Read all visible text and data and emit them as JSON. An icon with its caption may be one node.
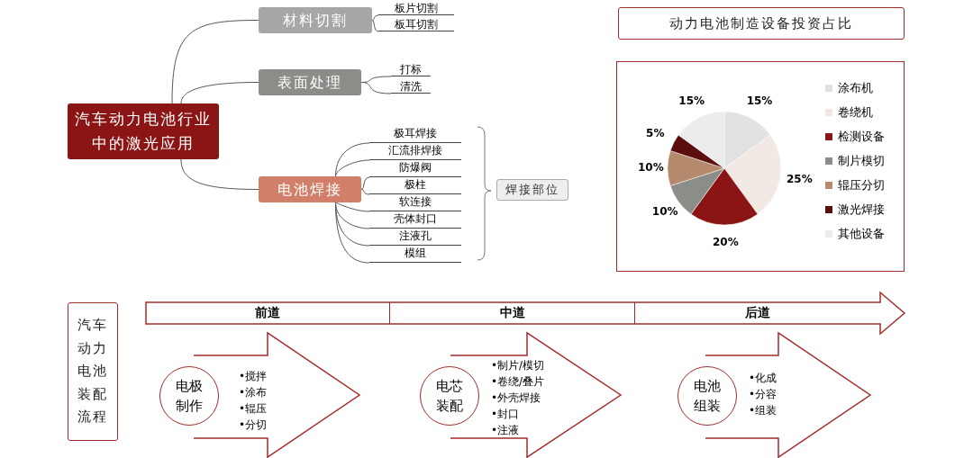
{
  "diagram": {
    "nodes": [
      {
        "text": [
          "汽车动力电池行业中的激光应用"
        ]
      },
      {
        "text": [
          "材料切割"
        ]
      },
      {
        "text": [
          "板片切割"
        ]
      },
      {
        "text": [
          "板耳切割"
        ]
      },
      {
        "text": [
          "表面处理"
        ]
      },
      {
        "text": [
          "打标"
        ]
      },
      {
        "text": [
          "清洗"
        ]
      },
      {
        "text": [
          "电池焊接"
        ]
      },
      {
        "text": [
          "极耳焊接"
        ]
      },
      {
        "text": [
          "汇流排焊接"
        ]
      },
      {
        "text": [
          "防爆阀"
        ]
      },
      {
        "text": [
          "极柱"
        ]
      },
      {
        "text": [
          "软连接"
        ]
      },
      {
        "text": [
          "壳体封口"
        ]
      },
      {
        "text": [
          "注液孔"
        ]
      },
      {
        "text": [
          "模组"
        ]
      },
      {
        "text": [
          "焊接部位"
        ]
      },
      {
        "text": [
          "动力电池制造设备投资占比"
        ]
      },
      {
        "text": [
          "汽车动力电池装配流程"
        ]
      },
      {
        "text": [],
        "shape": "arrow"
      },
      {
        "text": [
          "前道"
        ],
        "in": 19
      },
      {
        "text": [
          "中道"
        ],
        "in": 19
      },
      {
        "text": [
          "后道"
        ],
        "in": 19
      },
      {
        "text": [
          "电极制作"
        ]
      },
      {
        "text": [
          "•搅拌",
          "•涂布",
          "•辊压",
          "•分切"
        ]
      },
      {
        "text": [
          "电芯装配"
        ]
      },
      {
        "text": [
          "•制片/模切",
          "•卷绕/叠片",
          "•外壳焊接",
          "•封口",
          "•注液"
        ]
      },
      {
        "text": [
          "电池组装"
        ]
      },
      {
        "text": [
          "•化成",
          "•分容",
          "•组装"
        ]
      }
    ],
    "edges": [
      {
        "from": 0,
        "to": 1,
        "arrow": "none"
      },
      {
        "from": 0,
        "to": 4,
        "arrow": "none"
      },
      {
        "from": 0,
        "to": 7,
        "arrow": "none"
      },
      {
        "from": 1,
        "to": 2,
        "arrow": "none"
      },
      {
        "from": 1,
        "to": 3,
        "arrow": "none"
      },
      {
        "from": 4,
        "to": 5,
        "arrow": "none"
      },
      {
        "from": 4,
        "to": 6,
        "arrow": "none"
      },
      {
        "from": 7,
        "to": 8,
        "arrow": "none"
      },
      {
        "from": 7,
        "to": 9,
        "arrow": "none"
      },
      {
        "from": 7,
        "to": 10,
        "arrow": "none"
      },
      {
        "from": 7,
        "to": 11,
        "arrow": "none"
      },
      {
        "from": 7,
        "to": 12,
        "arrow": "none"
      },
      {
        "from": 7,
        "to": 13,
        "arrow": "none"
      },
      {
        "from": 7,
        "to": 14,
        "arrow": "none"
      },
      {
        "from": 7,
        "to": 15,
        "arrow": "none"
      }
    ],
    "legend": [
      {
        "text": "涂布机",
        "color": "#e2e2e2"
      },
      {
        "text": "卷绕机",
        "color": "#f2e9e5"
      },
      {
        "text": "检测设备",
        "color": "#8b1414"
      },
      {
        "text": "制片模切",
        "color": "#8a8d88"
      },
      {
        "text": "辊压分切",
        "color": "#b5896b"
      },
      {
        "text": "激光焊接",
        "color": "#5a0e0e"
      },
      {
        "text": "其他设备",
        "color": "#ececec"
      }
    ],
    "chart_data": {
      "type": "pie",
      "values": [
        15,
        25,
        20,
        10,
        10,
        5,
        15
      ],
      "value_labels": [
        "15%",
        "25%",
        "20%",
        "10%",
        "10%",
        "5%",
        "15%"
      ]
    }
  }
}
